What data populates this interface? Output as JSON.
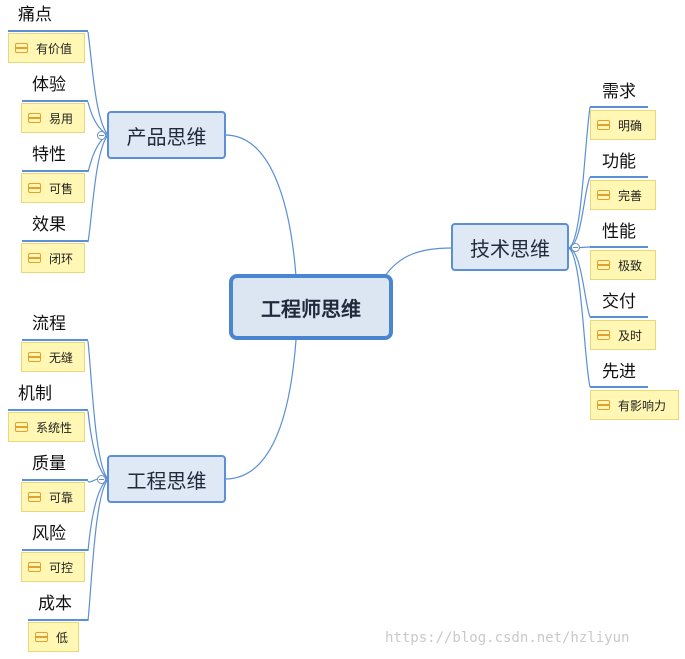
{
  "central_topic": "工程师思维",
  "branches": {
    "product": {
      "label": "产品思维",
      "items": [
        {
          "label": "痛点",
          "note": "有价值"
        },
        {
          "label": "体验",
          "note": "易用"
        },
        {
          "label": "特性",
          "note": "可售"
        },
        {
          "label": "效果",
          "note": "闭环"
        }
      ]
    },
    "engineering": {
      "label": "工程思维",
      "items": [
        {
          "label": "流程",
          "note": "无缝"
        },
        {
          "label": "机制",
          "note": "系统性"
        },
        {
          "label": "质量",
          "note": "可靠"
        },
        {
          "label": "风险",
          "note": "可控"
        },
        {
          "label": "成本",
          "note": "低"
        }
      ]
    },
    "tech": {
      "label": "技术思维",
      "items": [
        {
          "label": "需求",
          "note": "明确"
        },
        {
          "label": "功能",
          "note": "完善"
        },
        {
          "label": "性能",
          "note": "极致"
        },
        {
          "label": "交付",
          "note": "及时"
        },
        {
          "label": "先进",
          "note": "有影响力"
        }
      ]
    }
  },
  "watermark": "https://blog.csdn.net/hzliyun",
  "colors": {
    "node_fill": "#dfe8f5",
    "node_border": "#5b8fd6",
    "note_fill": "#fff7b3",
    "note_icon": "#e3a12b",
    "connector": "#5b8fd6"
  }
}
